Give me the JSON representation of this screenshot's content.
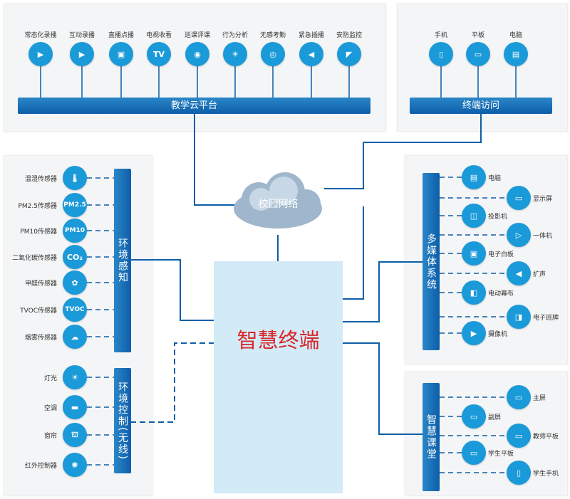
{
  "teaching_cloud": {
    "title": "教学云平台",
    "apps": [
      {
        "label": "常态化录播",
        "icon": "video-camera-icon"
      },
      {
        "label": "互动录播",
        "icon": "video-camera-icon"
      },
      {
        "label": "直播点播",
        "icon": "picture-icon"
      },
      {
        "label": "电视收看",
        "icon": "tv-icon"
      },
      {
        "label": "巡课评课",
        "icon": "eye-icon"
      },
      {
        "label": "行为分析",
        "icon": "lightbulb-icon"
      },
      {
        "label": "无感考勤",
        "icon": "fingerprint-icon"
      },
      {
        "label": "紧急插播",
        "icon": "megaphone-icon"
      },
      {
        "label": "安防监控",
        "icon": "cctv-camera-icon"
      }
    ]
  },
  "terminal_access": {
    "title": "终端访问",
    "devices": [
      {
        "label": "手机",
        "icon": "phone-icon"
      },
      {
        "label": "平板",
        "icon": "tablet-icon"
      },
      {
        "label": "电脑",
        "icon": "computer-icon"
      }
    ]
  },
  "campus_network": "校园网络",
  "smart_terminal": "智慧终端",
  "env_sensing": {
    "title": "环境感知",
    "items": [
      {
        "label": "温湿传感器",
        "icon": "thermometer-icon",
        "glyph": ""
      },
      {
        "label": "PM2.5传感器",
        "icon": "pm25-icon",
        "glyph": "PM2.5"
      },
      {
        "label": "PM10传感器",
        "icon": "pm10-icon",
        "glyph": "PM10"
      },
      {
        "label": "二氧化碳传感器",
        "icon": "co2-icon",
        "glyph": "CO₂"
      },
      {
        "label": "甲醛传感器",
        "icon": "formaldehyde-icon",
        "glyph": ""
      },
      {
        "label": "TVOC传感器",
        "icon": "tvoc-icon",
        "glyph": "TVOC"
      },
      {
        "label": "烟雾传感器",
        "icon": "smoke-icon",
        "glyph": ""
      }
    ]
  },
  "env_control": {
    "title": "环境控制(无线)",
    "items": [
      {
        "label": "灯光",
        "icon": "lightbulb-icon"
      },
      {
        "label": "空调",
        "icon": "air-conditioner-icon"
      },
      {
        "label": "窗帘",
        "icon": "curtain-icon"
      },
      {
        "label": "红外控制器",
        "icon": "infrared-icon"
      }
    ]
  },
  "multimedia": {
    "title": "多媒体系统",
    "items": [
      {
        "label": "电脑",
        "icon": "computer-icon"
      },
      {
        "label": "显示屏",
        "icon": "monitor-icon"
      },
      {
        "label": "投影机",
        "icon": "projector-icon"
      },
      {
        "label": "一体机",
        "icon": "all-in-one-icon"
      },
      {
        "label": "电子白板",
        "icon": "whiteboard-icon"
      },
      {
        "label": "扩声",
        "icon": "megaphone-icon"
      },
      {
        "label": "电动幕布",
        "icon": "screen-icon"
      },
      {
        "label": "电子班牌",
        "icon": "class-board-icon"
      },
      {
        "label": "摄像机",
        "icon": "video-camera-icon"
      }
    ]
  },
  "smart_classroom": {
    "title": "智慧课堂",
    "items": [
      {
        "label": "主屏",
        "icon": "monitor-icon"
      },
      {
        "label": "副屏",
        "icon": "monitor-icon"
      },
      {
        "label": "教师平板",
        "icon": "tablet-icon"
      },
      {
        "label": "学生平板",
        "icon": "tablet-icon"
      },
      {
        "label": "学生手机",
        "icon": "phone-icon"
      }
    ]
  },
  "colors": {
    "accent": "#1a9ad9",
    "bar": "#0d5ea8",
    "title": "#d9262a",
    "center": "#d3eaf7"
  }
}
